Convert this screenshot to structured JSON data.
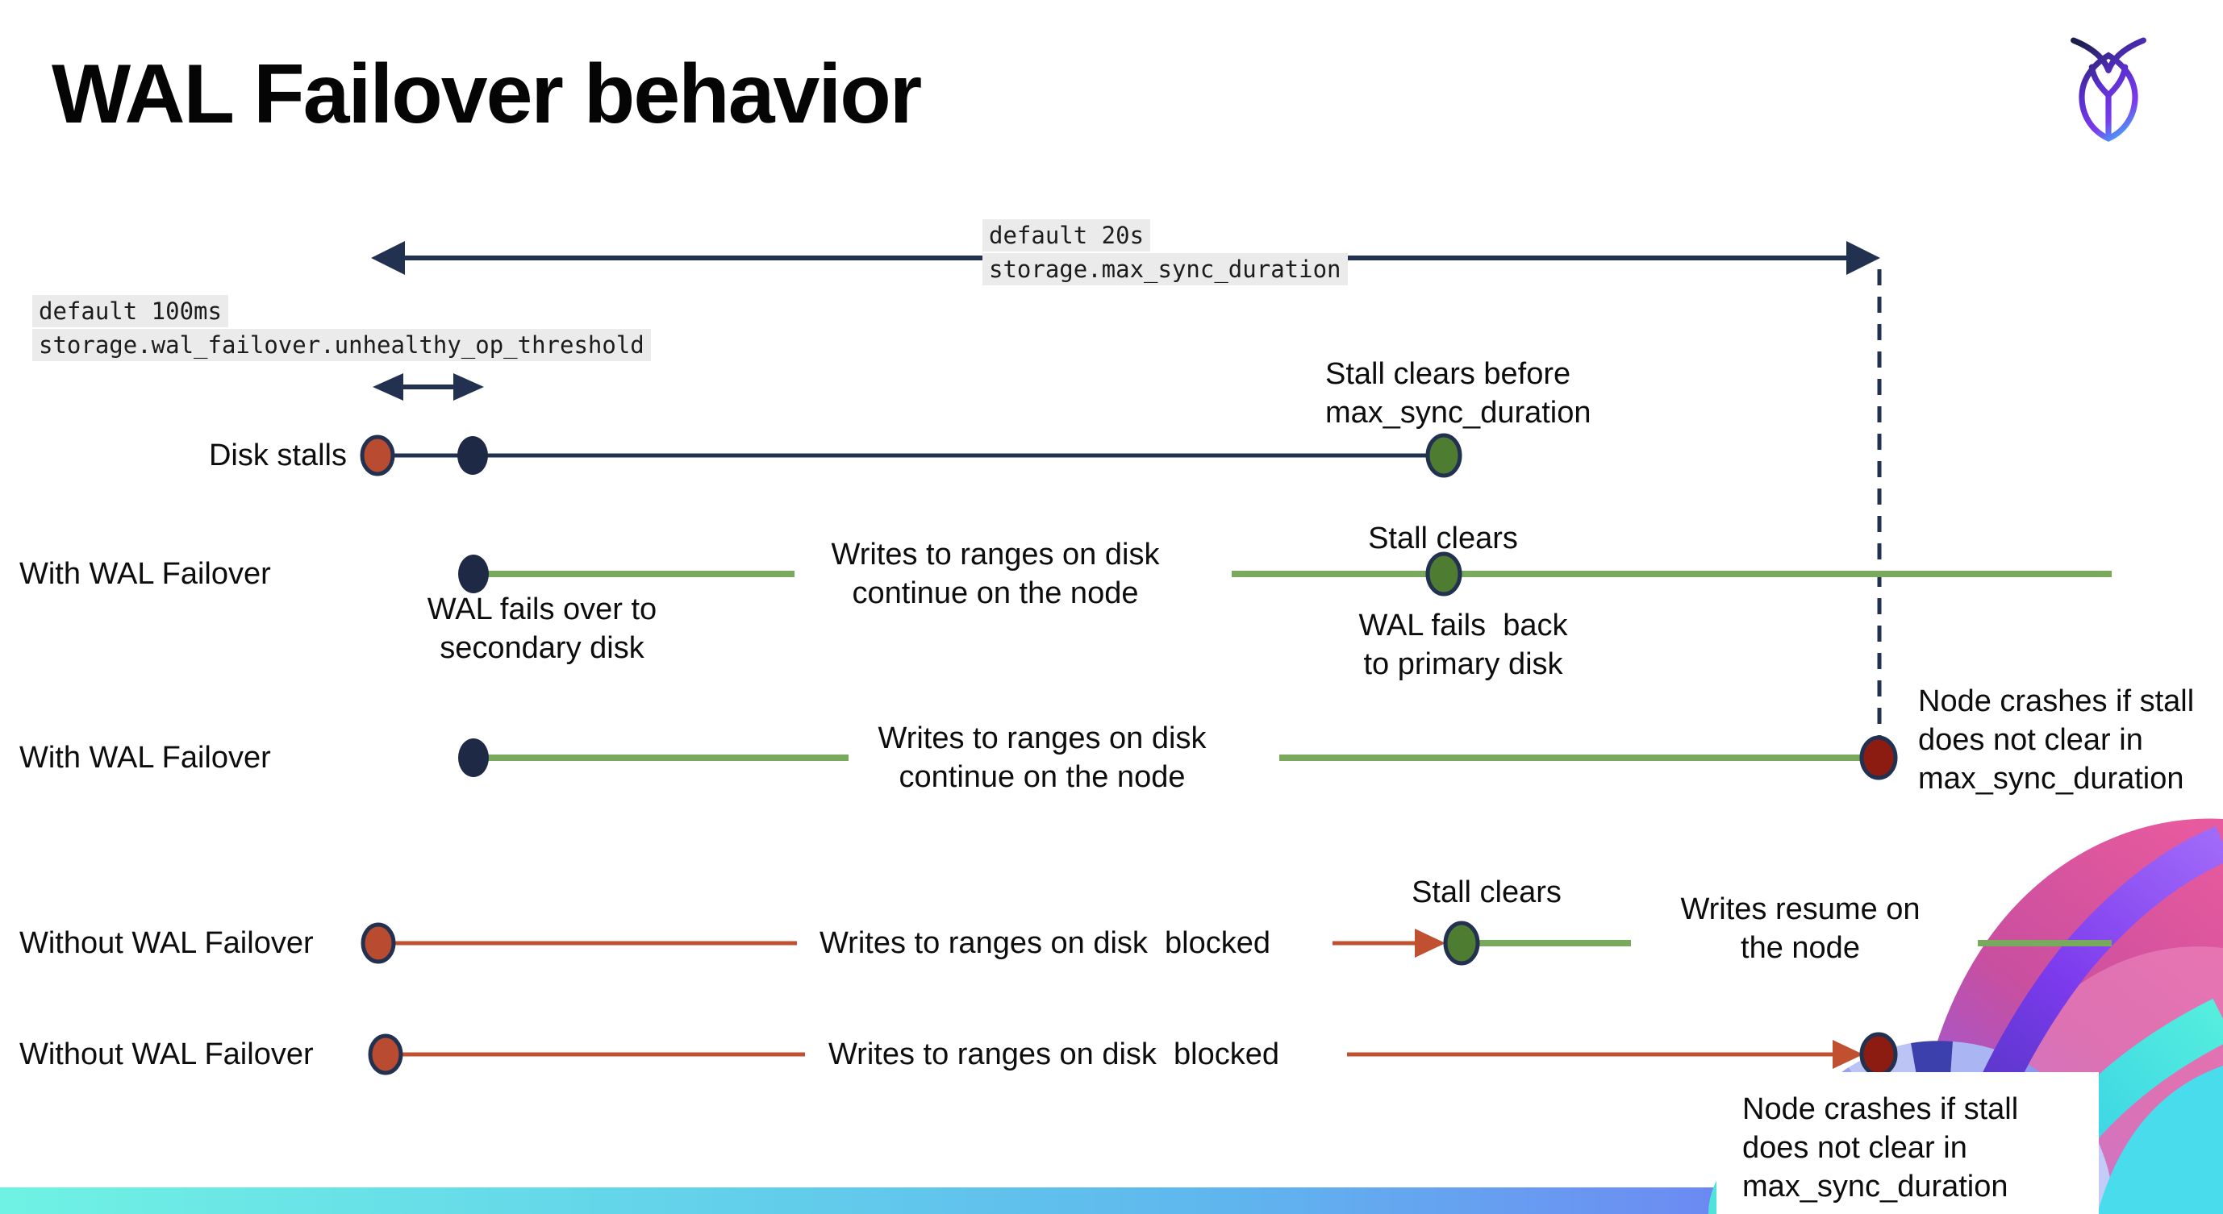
{
  "slide": {
    "title": "WAL Failover behavior",
    "logo_name": "cockroachdb-logo"
  },
  "settings": {
    "max_sync_default": "default 20s",
    "max_sync_setting": "storage.max_sync_duration",
    "threshold_default": "default 100ms",
    "threshold_setting": "storage.wal_failover.unhealthy_op_threshold"
  },
  "row_labels": {
    "disk_stalls": "Disk stalls",
    "with_wal_failover_1": "With WAL Failover",
    "with_wal_failover_2": "With WAL Failover",
    "without_wal_failover_1": "Without WAL Failover",
    "without_wal_failover_2": "Without WAL Failover"
  },
  "notes": {
    "stall_clears_before": "Stall clears before\nmax_sync_duration",
    "writes_continue_1": "Writes to ranges on disk\ncontinue on the node",
    "stall_clears_mid": "Stall clears",
    "wal_fails_over": "WAL fails over to\nsecondary disk",
    "wal_fails_back": "WAL fails  back\nto primary disk",
    "writes_continue_2": "Writes to ranges on disk\ncontinue on the node",
    "node_crashes_top": "Node crashes if stall\ndoes not clear in\nmax_sync_duration",
    "stall_clears_bottom": "Stall clears",
    "writes_blocked_1": "Writes to ranges on disk  blocked",
    "writes_resume": "Writes resume on\nthe node",
    "writes_blocked_2": "Writes to ranges on disk  blocked",
    "node_crashes_bottom": "Node crashes if stall\ndoes not clear in\nmax_sync_duration"
  },
  "colors": {
    "navy": "#233150",
    "navy_dot": "#1e2945",
    "green_line": "#79a95c",
    "green_dot": "#4e7c31",
    "red_line": "#c0502f",
    "red_dot": "#b84b30",
    "crash_red": "#8c1b12",
    "highlight_gray": "#ebebeb",
    "bar_gradient_left": "#6ff2e3",
    "bar_gradient_mid": "#5fb6ee",
    "bar_gradient_right": "#7452f0",
    "art_pink": "#d65a9c",
    "art_purple": "#7c3aed",
    "art_indigo": "#3c40ad",
    "art_cyan": "#49dcec",
    "art_periwinkle": "#aab5f3"
  }
}
